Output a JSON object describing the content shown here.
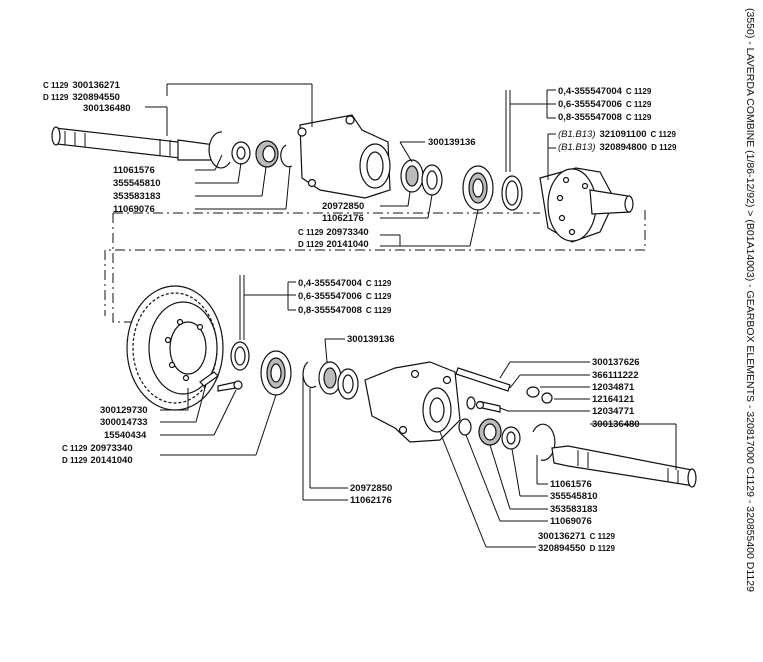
{
  "caption": "(3550) - LAVERDA COMBINE (1/86-12/92) > (B01A14003) - GEARBOX ELEMENTS - 320817000 C1129 - 320855400 D1129",
  "top": {
    "c1": "C 1129",
    "c1_num": "300136271",
    "d1": "D 1129",
    "d1_num": "320894550",
    "p1": "300136480",
    "p2": "11061576",
    "p3": "355545810",
    "p4": "353583183",
    "p5": "11069076",
    "p6": "300139136",
    "p7": "20972850",
    "p8": "11062176",
    "c2": "C 1129",
    "c2_num": "20973340",
    "d2": "D 1129",
    "d2_num": "20141040",
    "shim1": "0,4-355547004",
    "shim1_c": "C 1129",
    "shim2": "0,6-355547006",
    "shim2_c": "C 1129",
    "shim3": "0,8-355547008",
    "shim3_c": "C 1129",
    "b1": "(B1.B13)",
    "b1_num": "321091100",
    "b1_c": "C 1129",
    "b2": "(B1.B13)",
    "b2_num": "320894800",
    "b2_c": "D 1129"
  },
  "bottom": {
    "shim1": "0,4-355547004",
    "shim1_c": "C 1129",
    "shim2": "0,6-355547006",
    "shim2_c": "C 1129",
    "shim3": "0,8-355547008",
    "shim3_c": "C 1129",
    "p1": "300139136",
    "p2": "300129730",
    "p3": "300014733",
    "p4": "15540434",
    "c1": "C 1129",
    "c1_num": "20973340",
    "d1": "D 1129",
    "d1_num": "20141040",
    "p5": "20972850",
    "p6": "11062176",
    "r1": "300137626",
    "r2": "366111222",
    "r3": "12034871",
    "r4": "12164121",
    "r5": "12034771",
    "r6": "300136480",
    "r7": "11061576",
    "r8": "355545810",
    "r9": "353583183",
    "r10": "11069076",
    "r11": "300136271",
    "r11_c": "C 1129",
    "r12": "320894550",
    "r12_c": "D 1129"
  }
}
